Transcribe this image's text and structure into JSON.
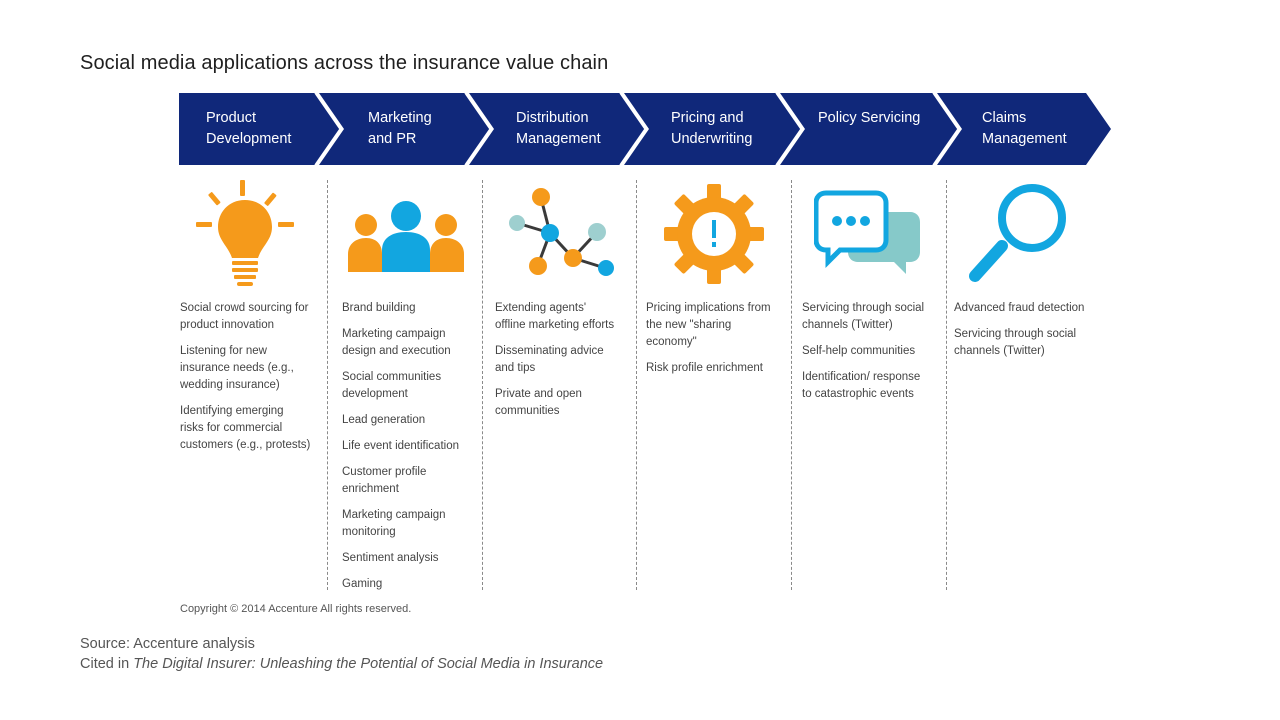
{
  "title": "Social media applications across the insurance value chain",
  "colors": {
    "navy": "#10287a",
    "orange": "#f59a1b",
    "blue": "#12a6e0",
    "teal": "#86c9c9",
    "light_teal": "#9ecfcf"
  },
  "stages": [
    {
      "label": "Product\nDevelopment",
      "icon": "lightbulb-icon",
      "items": [
        "Social crowd sourcing for\nproduct innovation",
        "Listening for new\ninsurance needs (e.g.,\nwedding insurance)",
        "Identifying emerging\nrisks for commercial\ncustomers (e.g., protests)"
      ]
    },
    {
      "label": "Marketing\nand PR",
      "icon": "people-icon",
      "items": [
        "Brand building",
        "Marketing campaign\ndesign and execution",
        "Social communities\ndevelopment",
        "Lead generation",
        "Life event identification",
        "Customer profile\nenrichment",
        "Marketing campaign\nmonitoring",
        "Sentiment analysis",
        "Gaming"
      ]
    },
    {
      "label": "Distribution\nManagement",
      "icon": "network-icon",
      "items": [
        "Extending agents'\noffline marketing efforts",
        "Disseminating advice\nand tips",
        "Private and open\ncommunities"
      ]
    },
    {
      "label": "Pricing and\nUnderwriting",
      "icon": "gear-alert-icon",
      "items": [
        "Pricing implications from\nthe new \"sharing\neconomy\"",
        "Risk profile enrichment"
      ]
    },
    {
      "label": "Policy Servicing",
      "icon": "chat-bubbles-icon",
      "items": [
        "Servicing through social\nchannels (Twitter)",
        "Self-help communities",
        "Identification/ response\nto catastrophic events"
      ]
    },
    {
      "label": "Claims\nManagement",
      "icon": "magnifier-icon",
      "items": [
        "Advanced fraud detection",
        "Servicing through social\nchannels (Twitter)"
      ]
    }
  ],
  "copyright": "Copyright © 2014 Accenture All rights reserved.",
  "source": "Source: Accenture analysis",
  "cited_prefix": "Cited in ",
  "cited_title": "The Digital Insurer: Unleashing the Potential of Social Media in Insurance"
}
